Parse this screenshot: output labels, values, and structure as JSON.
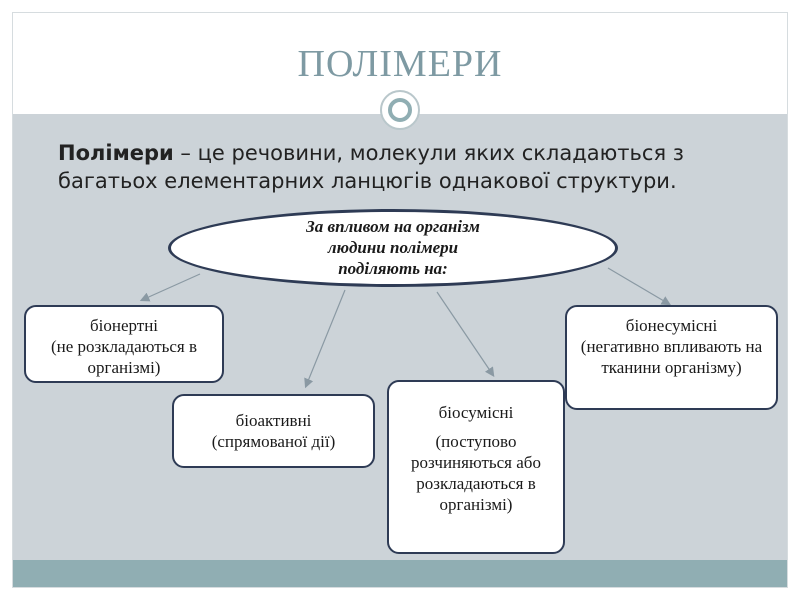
{
  "title": "ПОЛІМЕРИ",
  "intro": {
    "term": "Полімери",
    "definition": " – це речовини, молекули яких складаються з багатьох елементарних ланцюгів однакової структури."
  },
  "center": {
    "line1": "За впливом на організм",
    "line2": "людини полімери",
    "line3": "поділяють на:"
  },
  "categories": [
    {
      "name": "біонертні",
      "desc": "(не розкладаються в організмі)"
    },
    {
      "name": "біоактивні",
      "desc": "(спрямованої дії)"
    },
    {
      "name": "біосумісні",
      "desc": "(поступово розчиняються або розкладаються в організмі)"
    },
    {
      "name": "біонесумісні",
      "desc": "(негативно впливають на тканини організму)"
    }
  ]
}
